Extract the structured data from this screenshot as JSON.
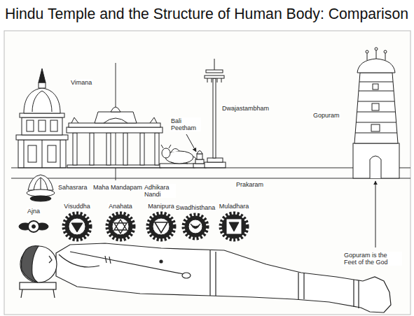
{
  "diagram": {
    "title": "Hindu Temple and the Structure of Human Body: Comparison",
    "labels": [
      "Vimana",
      "Maha Mandapam",
      "Bali Peetham",
      "Adhikara Nandi",
      "Dwajastambham",
      "Prakaram",
      "Gopuram",
      "Sahasrara",
      "Ajna",
      "Visuddha",
      "Anahata",
      "Manipura",
      "Swadhisthana",
      "Muladhara",
      "Gopuram is the Feet of the God"
    ]
  }
}
